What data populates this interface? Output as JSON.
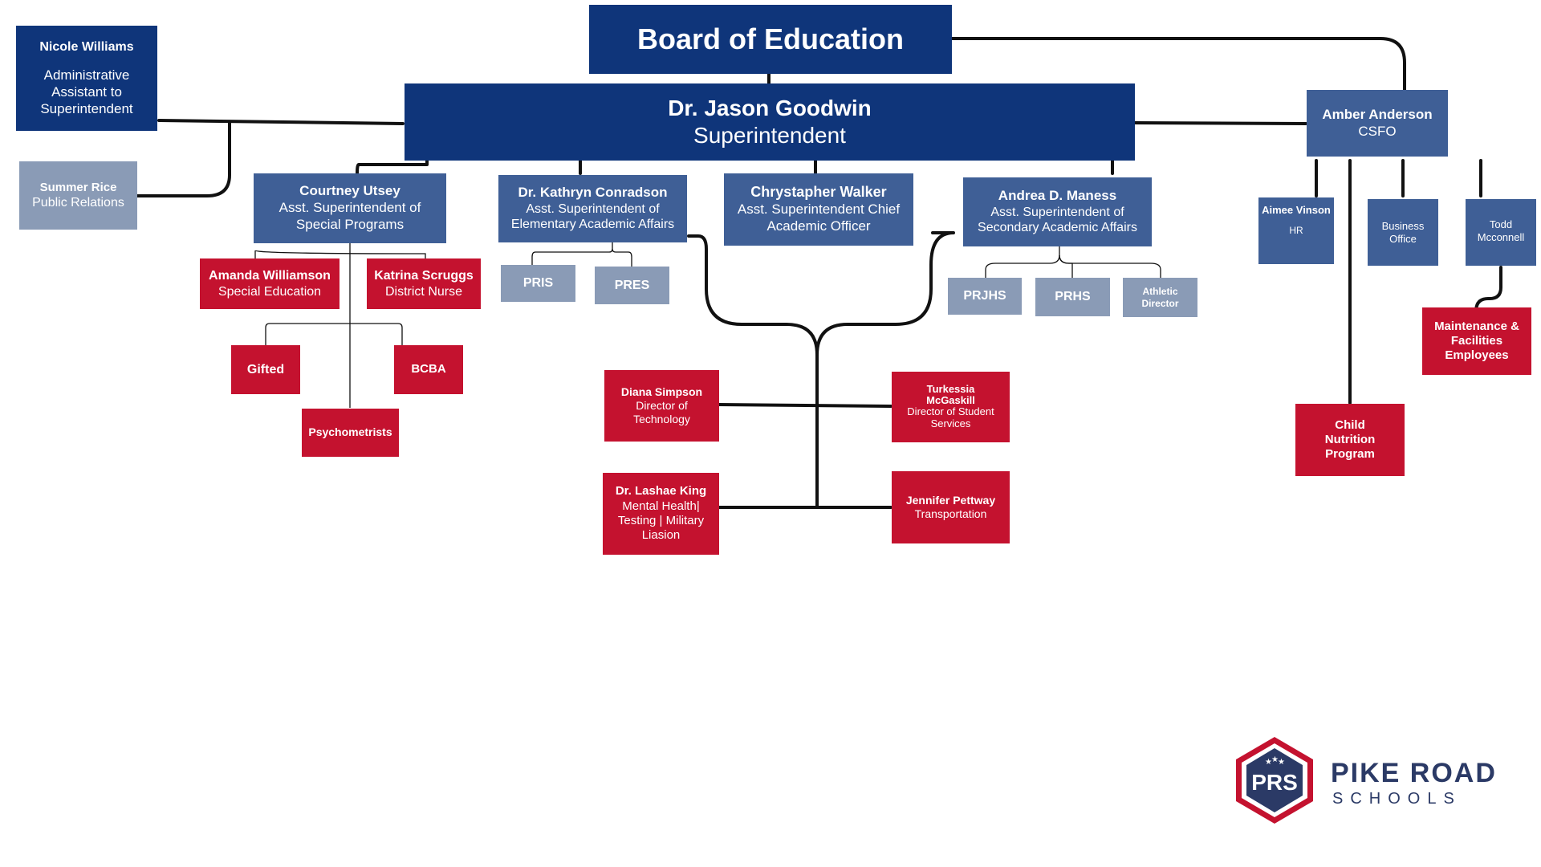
{
  "board": {
    "title": "Board of Education"
  },
  "superintendent": {
    "name": "Dr. Jason Goodwin",
    "title": "Superintendent"
  },
  "admin_assistant": {
    "name": "Nicole Williams",
    "title": "Administrative Assistant to Superintendent"
  },
  "public_relations": {
    "name": "Summer Rice",
    "title": "Public Relations"
  },
  "cfo": {
    "name": "Amber Anderson",
    "title": "CSFO"
  },
  "cfo_reports": {
    "hr": {
      "name": "Aimee Vinson",
      "title": "HR"
    },
    "business_office": {
      "name": "Business Office"
    },
    "todd": {
      "name": "Todd Mcconnell"
    },
    "maintenance": {
      "name": "Maintenance & Facilities Employees"
    },
    "child_nutrition": {
      "name": "Child Nutrition Program"
    }
  },
  "special_programs": {
    "name": "Courtney Utsey",
    "title": "Asst. Superintendent of Special Programs",
    "amanda": {
      "name": "Amanda Williamson",
      "title": "Special Education"
    },
    "katrina": {
      "name": "Katrina Scruggs",
      "title": "District Nurse"
    },
    "gifted": "Gifted",
    "bcba": "BCBA",
    "psychometrists": "Psychometrists"
  },
  "elementary": {
    "name": "Dr. Kathryn Conradson",
    "title": "Asst. Superintendent of Elementary Academic Affairs",
    "schools": [
      "PRIS",
      "PRES"
    ]
  },
  "chief_academic": {
    "name": "Chrystapher Walker",
    "title": "Asst. Superintendent Chief Academic Officer"
  },
  "secondary": {
    "name": "Andrea D. Maness",
    "title": "Asst. Superintendent of Secondary Academic Affairs",
    "schools": [
      "PRJHS",
      "PRHS"
    ],
    "athletic": "Athletic Director"
  },
  "shared": {
    "diana": {
      "name": "Diana Simpson",
      "title": "Director of Technology"
    },
    "turkessia": {
      "name": "Turkessia McGaskill",
      "title": "Director of Student Services"
    },
    "lashae": {
      "name": "Dr. Lashae King",
      "title": "Mental Health| Testing | Military Liasion"
    },
    "jennifer": {
      "name": "Jennifer Pettway",
      "title": "Transportation"
    }
  },
  "logo": {
    "initials": "PRS",
    "line1": "PIKE ROAD",
    "line2": "SCHOOLS"
  },
  "colors": {
    "navy": "#0f357a",
    "blue": "#3f5f96",
    "gray": "#8a9bb6",
    "red": "#c4122f",
    "logo": "#2b3a66"
  }
}
